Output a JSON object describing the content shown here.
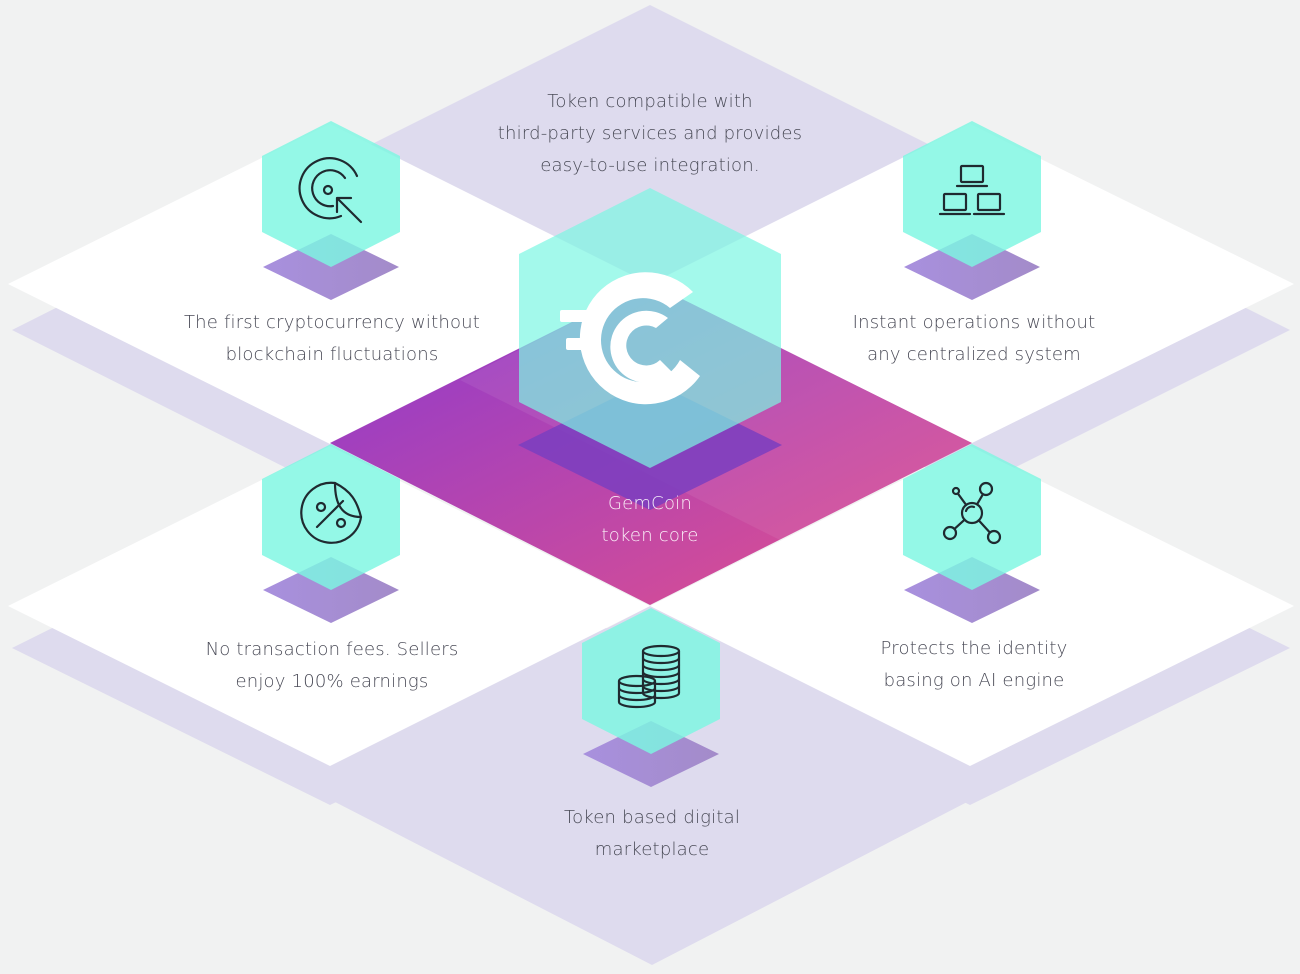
{
  "colors": {
    "background": "#f1f2f2",
    "lavender": "#dedbee",
    "tile_white": "#ffffff",
    "hex_cyan": "#7cf7e2",
    "hex_shadow": "#a78fdc",
    "core_gradient_start": "#8a3ad0",
    "core_gradient_end": "#e5518a",
    "text": "#4a4b57"
  },
  "core": {
    "name": "GemCoin",
    "subtitle": "token core",
    "logo_icon": "gemcoin-logo-icon"
  },
  "features": {
    "top": {
      "icon": "none",
      "lines": [
        "Token compatible with",
        "third-party services and provides",
        "easy-to-use integration."
      ]
    },
    "top_left": {
      "icon": "target-cursor-icon",
      "lines": [
        "The first cryptocurrency without",
        "blockchain fluctuations"
      ]
    },
    "top_right": {
      "icon": "laptop-network-icon",
      "lines": [
        "Instant operations without",
        "any centralized system"
      ]
    },
    "bottom_left": {
      "icon": "percent-sticker-icon",
      "lines": [
        "No transaction fees. Sellers",
        "enjoy 100% earnings"
      ]
    },
    "bottom_right": {
      "icon": "molecule-network-icon",
      "lines": [
        "Protects the identity",
        "basing on AI engine"
      ]
    },
    "bottom": {
      "icon": "coin-stack-icon",
      "lines": [
        "Token based digital",
        "marketplace"
      ]
    }
  }
}
